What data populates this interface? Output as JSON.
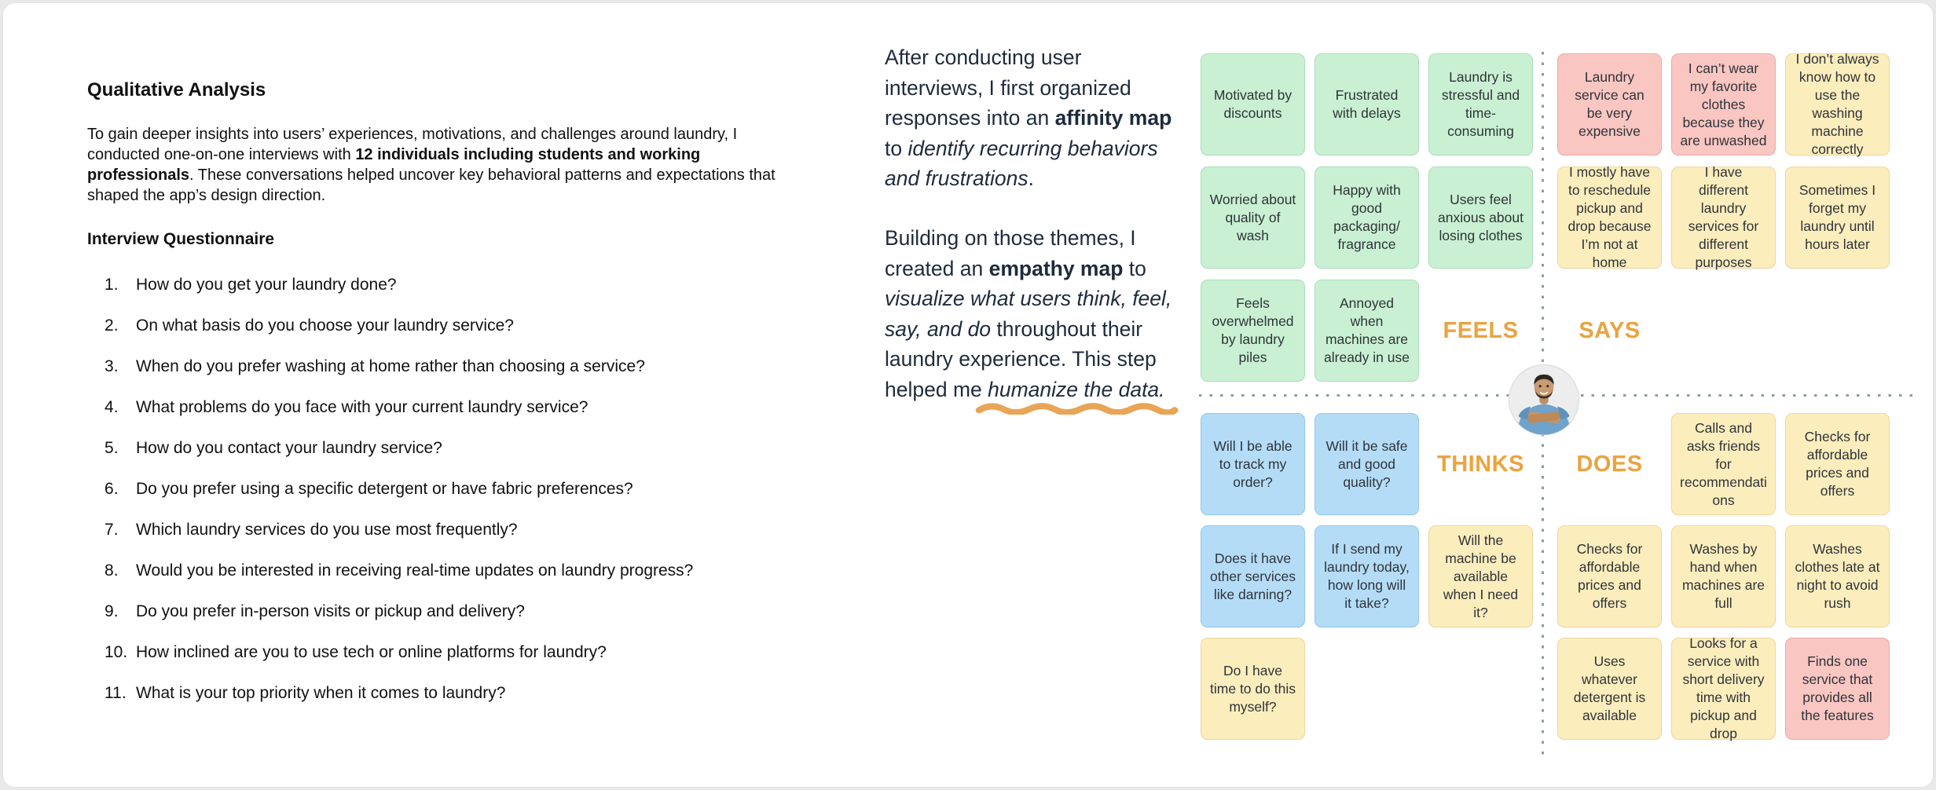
{
  "palette": {
    "green": "#c9f0d2",
    "blue": "#b4dcf7",
    "yellow": "#fcedbd",
    "pink": "#f9c6c2",
    "label_orange": "#eaa43e",
    "divider_dot": "#8aa094",
    "squiggle_orange": "#e8a556",
    "left_text": "#111111",
    "middle_text": "#1e2b3c",
    "note_text": "#2f3439",
    "card_bg": "#ffffff",
    "page_bg": "#e9e9e9"
  },
  "left": {
    "title": "Qualitative Analysis",
    "intro": [
      {
        "t": "To gain deeper insights into users’ experiences, motivations, and challenges around laundry, I conducted one-on-one interviews with "
      },
      {
        "t": "12 individuals including students and working professionals"
      },
      {
        "t": ". These conversations helped uncover key behavioral patterns and expectations that shaped the app’s design direction."
      }
    ],
    "questionnaire_heading": "Interview Questionnaire",
    "questions": [
      "How do you get your laundry done?",
      "On what basis do you choose your laundry service?",
      "When do you prefer washing at home rather than choosing a service?",
      "What problems do you face with your current laundry service?",
      "How do you contact your laundry service?",
      "Do you prefer using a specific detergent or have fabric preferences?",
      "Which laundry services do you use most frequently?",
      "Would you be interested in receiving real-time updates on laundry progress?",
      "Do you prefer in-person visits or pickup and delivery?",
      "How inclined are you to use tech or online platforms for laundry?",
      "What is your top priority when it comes to laundry?"
    ]
  },
  "middle": {
    "p1": [
      {
        "t": "After conducting user interviews, I first organized responses into an "
      },
      {
        "t": "affinity map"
      },
      {
        "t": " to "
      },
      {
        "t": "identify recurring behaviors and frustrations"
      },
      {
        "t": "."
      }
    ],
    "p2": [
      {
        "t": "Building on those themes, I created an "
      },
      {
        "t": "empathy map"
      },
      {
        "t": " to "
      },
      {
        "t": "visualize what users think, feel, say, and do"
      },
      {
        "t": " throughout their laundry experience. This step helped me "
      },
      {
        "t": "humanize the data."
      }
    ]
  },
  "empathy_map": {
    "labels": {
      "feels": "FEELS",
      "says": "SAYS",
      "thinks": "THINKS",
      "does": "DOES"
    },
    "feels": [
      {
        "text": "Motivated by discounts",
        "color": "green"
      },
      {
        "text": "Frustrated with delays",
        "color": "green"
      },
      {
        "text": "Laundry is stressful and time-consuming",
        "color": "green"
      },
      {
        "text": "Worried about quality of wash",
        "color": "green"
      },
      {
        "text": "Happy with good packaging/ fragrance",
        "color": "green"
      },
      {
        "text": "Users feel anxious about losing clothes",
        "color": "green"
      },
      {
        "text": "Feels overwhelmed by laundry piles",
        "color": "green"
      },
      {
        "text": "Annoyed when machines are already in use",
        "color": "green"
      }
    ],
    "says": [
      {
        "text": "Laundry service can be very expensive",
        "color": "pink"
      },
      {
        "text": "I can’t wear my favorite clothes because they are unwashed",
        "color": "pink"
      },
      {
        "text": "I don’t always know how to use the washing machine correctly",
        "color": "yellow"
      },
      {
        "text": "I mostly have to reschedule pickup and drop because I’m not at home",
        "color": "yellow"
      },
      {
        "text": "I have different laundry services for different purposes",
        "color": "yellow"
      },
      {
        "text": "Sometimes I forget my laundry until hours later",
        "color": "yellow"
      }
    ],
    "thinks": [
      {
        "text": "Will I be able to track my order?",
        "color": "blue"
      },
      {
        "text": "Will it be safe and good quality?",
        "color": "blue"
      },
      {
        "text": "Does it have other services like darning?",
        "color": "blue"
      },
      {
        "text": "If I send my laundry today, how long will it take?",
        "color": "blue"
      },
      {
        "text": "Will the machine be available when I need it?",
        "color": "yellow"
      },
      {
        "text": "Do I have time to do this myself?",
        "color": "yellow"
      }
    ],
    "does": [
      {
        "text": "Calls and asks friends for recommendations",
        "color": "yellow"
      },
      {
        "text": "Checks for affordable prices and offers",
        "color": "yellow"
      },
      {
        "text": "Checks for affordable prices and offers",
        "color": "yellow"
      },
      {
        "text": "Washes by hand when machines are full",
        "color": "yellow"
      },
      {
        "text": "Washes clothes late at night to avoid rush",
        "color": "yellow"
      },
      {
        "text": "Uses whatever detergent is available",
        "color": "yellow"
      },
      {
        "text": "Looks for a service with short delivery time with pickup and drop",
        "color": "yellow"
      },
      {
        "text": "Finds one service that provides all the features",
        "color": "pink"
      }
    ]
  }
}
